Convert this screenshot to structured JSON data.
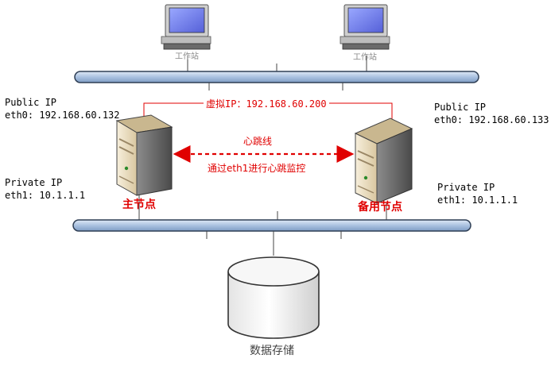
{
  "workstations": {
    "left_label": "工作站",
    "right_label": "工作站"
  },
  "virtual_ip": {
    "label": "虚拟IP：192.168.60.200"
  },
  "heartbeat": {
    "title": "心跳线",
    "desc": "通过eth1进行心跳监控"
  },
  "primary": {
    "name": "主节点",
    "public_title": "Public IP",
    "public_ip": "eth0: 192.168.60.132",
    "private_title": "Private IP",
    "private_ip": "eth1: 10.1.1.1"
  },
  "backup": {
    "name": "备用节点",
    "public_title": "Public IP",
    "public_ip": "eth0: 192.168.60.133",
    "private_title": "Private IP",
    "private_ip": "eth1: 10.1.1.1"
  },
  "storage": {
    "label": "数据存储"
  },
  "colors": {
    "bus_fill": "#b8cde6",
    "bus_stroke": "#2f3f55",
    "accent_red": "#e00000",
    "server_body": "#efe2c8",
    "storage_fill": "#f2f2f2"
  }
}
